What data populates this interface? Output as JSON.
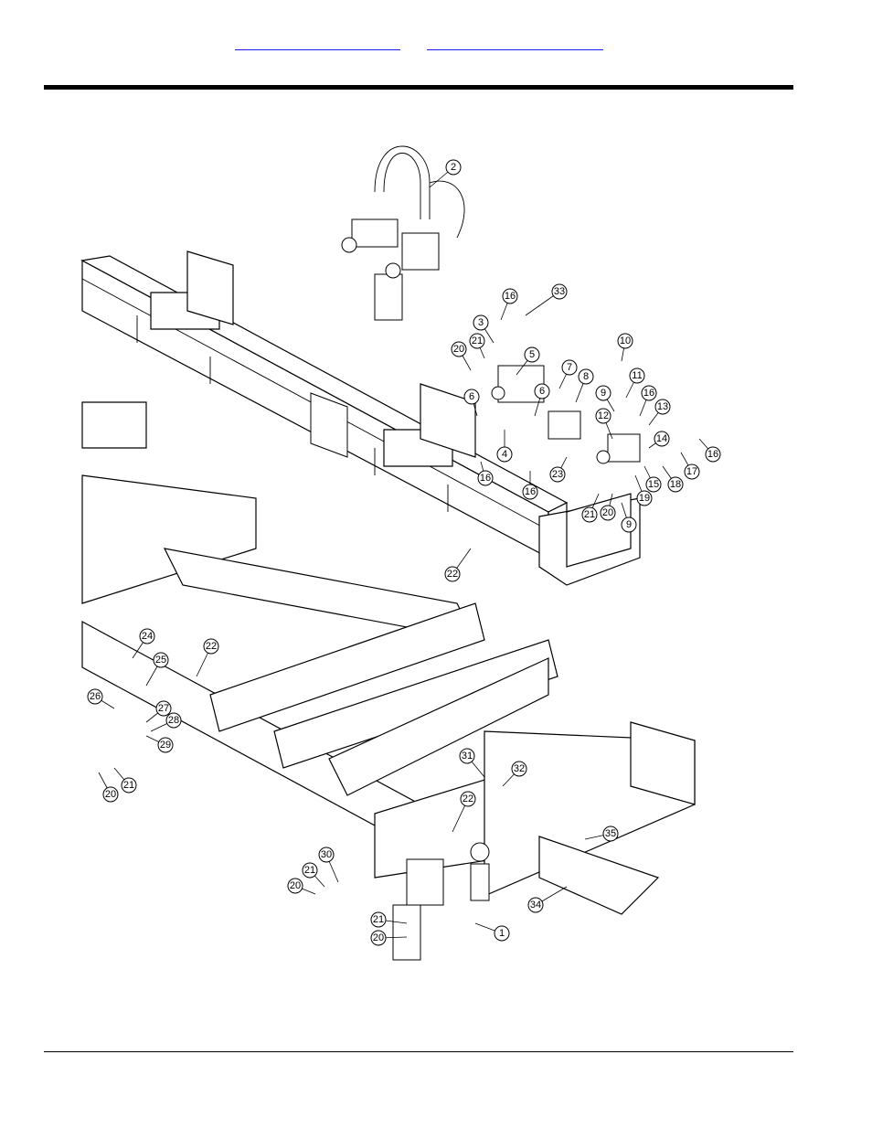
{
  "header": {
    "link_a": "",
    "link_b": ""
  },
  "callouts": [
    {
      "label": "2"
    },
    {
      "label": "16"
    },
    {
      "label": "33"
    },
    {
      "label": "3"
    },
    {
      "label": "21"
    },
    {
      "label": "20"
    },
    {
      "label": "5"
    },
    {
      "label": "10"
    },
    {
      "label": "7"
    },
    {
      "label": "8"
    },
    {
      "label": "11"
    },
    {
      "label": "6"
    },
    {
      "label": "6"
    },
    {
      "label": "9"
    },
    {
      "label": "16"
    },
    {
      "label": "13"
    },
    {
      "label": "12"
    },
    {
      "label": "4"
    },
    {
      "label": "14"
    },
    {
      "label": "16"
    },
    {
      "label": "16"
    },
    {
      "label": "16"
    },
    {
      "label": "23"
    },
    {
      "label": "15"
    },
    {
      "label": "17"
    },
    {
      "label": "18"
    },
    {
      "label": "19"
    },
    {
      "label": "21"
    },
    {
      "label": "20"
    },
    {
      "label": "9"
    },
    {
      "label": "22"
    },
    {
      "label": "24"
    },
    {
      "label": "22"
    },
    {
      "label": "25"
    },
    {
      "label": "26"
    },
    {
      "label": "27"
    },
    {
      "label": "28"
    },
    {
      "label": "29"
    },
    {
      "label": "21"
    },
    {
      "label": "20"
    },
    {
      "label": "31"
    },
    {
      "label": "32"
    },
    {
      "label": "22"
    },
    {
      "label": "35"
    },
    {
      "label": "30"
    },
    {
      "label": "21"
    },
    {
      "label": "20"
    },
    {
      "label": "34"
    },
    {
      "label": "21"
    },
    {
      "label": "20"
    },
    {
      "label": "1"
    }
  ]
}
